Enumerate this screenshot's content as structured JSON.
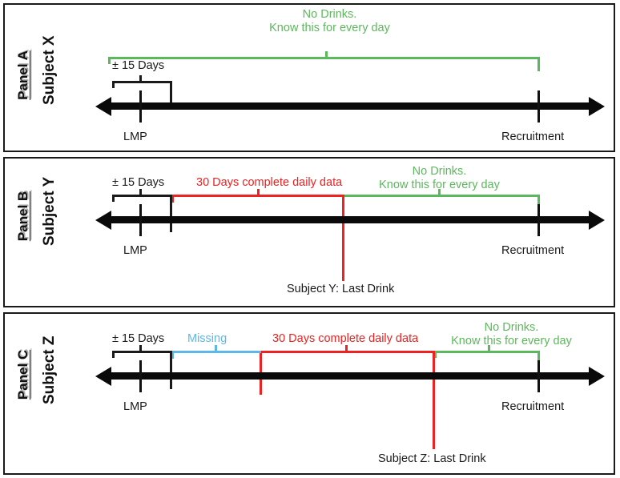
{
  "figure": {
    "title": "Drinking timeline panels for three subjects",
    "colors": {
      "green": "#5cb85c",
      "red": "#ee2222",
      "blue": "#5bb8e8",
      "black": "#1a1a1a"
    }
  },
  "panels": [
    {
      "id": "panel-a",
      "panel_label": "Panel A",
      "subject_label": "Subject X",
      "timeline": {
        "lmp_tick_label": "LMP",
        "recruitment_tick_label": "Recruitment"
      },
      "brackets": [
        {
          "name": "window-bracket",
          "label": "± 15 Days",
          "color": "#1a1a1a"
        },
        {
          "name": "no-drinks-bracket",
          "label_line1": "No Drinks.",
          "label_line2": "Know this for every day",
          "color": "#5cb85c"
        }
      ],
      "markers": []
    },
    {
      "id": "panel-b",
      "panel_label": "Panel B",
      "subject_label": "Subject Y",
      "timeline": {
        "lmp_tick_label": "LMP",
        "recruitment_tick_label": "Recruitment"
      },
      "brackets": [
        {
          "name": "window-bracket",
          "label": "± 15 Days",
          "color": "#1a1a1a"
        },
        {
          "name": "daily-data-bracket",
          "label": "30 Days complete daily data",
          "color": "#ee2222"
        },
        {
          "name": "no-drinks-bracket",
          "label_line1": "No Drinks.",
          "label_line2": "Know this for every day",
          "color": "#5cb85c"
        }
      ],
      "markers": [
        {
          "name": "last-drink-marker",
          "label": "Subject Y: Last Drink",
          "color": "#ee2222"
        }
      ]
    },
    {
      "id": "panel-c",
      "panel_label": "Panel C",
      "subject_label": "Subject Z",
      "timeline": {
        "lmp_tick_label": "LMP",
        "recruitment_tick_label": "Recruitment"
      },
      "brackets": [
        {
          "name": "window-bracket",
          "label": "± 15 Days",
          "color": "#1a1a1a"
        },
        {
          "name": "missing-bracket",
          "label": "Missing",
          "color": "#5bb8e8"
        },
        {
          "name": "daily-data-bracket",
          "label": "30 Days complete daily data",
          "color": "#ee2222"
        },
        {
          "name": "no-drinks-bracket",
          "label_line1": "No Drinks.",
          "label_line2": "Know this for every day",
          "color": "#5cb85c"
        }
      ],
      "markers": [
        {
          "name": "last-drink-marker",
          "label": "Subject Z: Last Drink",
          "color": "#ee2222"
        }
      ]
    }
  ]
}
